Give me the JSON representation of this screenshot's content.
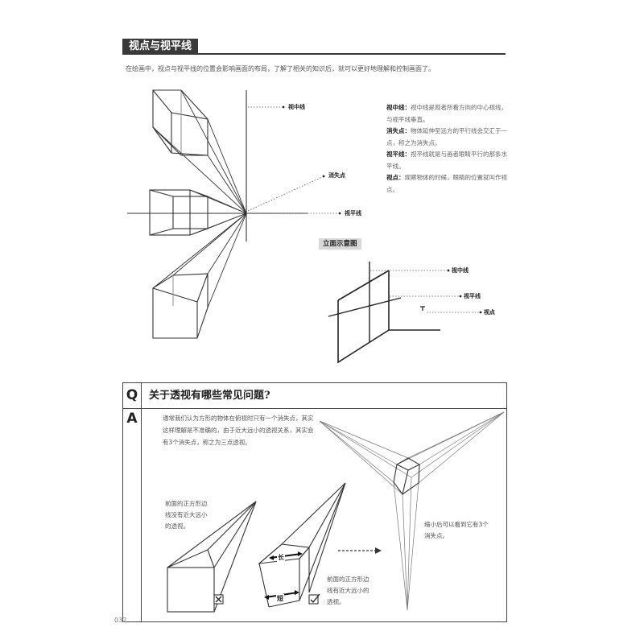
{
  "header": {
    "title": "视点与视平线",
    "intro": "在绘画中，视点与视平线的位置会影响画面的布局，了解了相关的知识后，就可以更好地理解和控制画面了。"
  },
  "main_diagram": {
    "labels": {
      "center_line": "视中线",
      "vanishing_point": "消失点",
      "horizon_line": "视平线"
    }
  },
  "definitions": [
    {
      "term": "视中线：",
      "text": "视中线是观者所看方向的中心视线，与视平线垂直。"
    },
    {
      "term": "消失点：",
      "text": "物体延伸至远方的平行线会交汇于一点，称之为消失点。"
    },
    {
      "term": "视平线：",
      "text": "视平线就是与画者眼睛平行的那条水平线。"
    },
    {
      "term": "视点：",
      "text": "观察物体的时候，眼睛的位置就叫作视点。"
    }
  ],
  "elevation": {
    "title": "立面示意图",
    "labels": {
      "center_line": "视中线",
      "horizon_line": "视平线",
      "viewpoint": "视点"
    }
  },
  "qa": {
    "q_letter": "Q",
    "question": "关于透视有哪些常见问题?",
    "a_letter": "A",
    "answer": "通常我们认为方形的物体在俯视时只有一个消失点，其实这样理解是不准确的，由于近大远小的透视关系，其实会有3个消失点，称之为三点透视。",
    "note_left": "前面的正方形边线没有近大远小的透视。",
    "note_bottom": "前面的正方形边线有近大远小的透视。",
    "note_right": "缩小后可以看到它有3个消失点。",
    "label_long": "长",
    "label_short": "短"
  },
  "page_number": "032"
}
